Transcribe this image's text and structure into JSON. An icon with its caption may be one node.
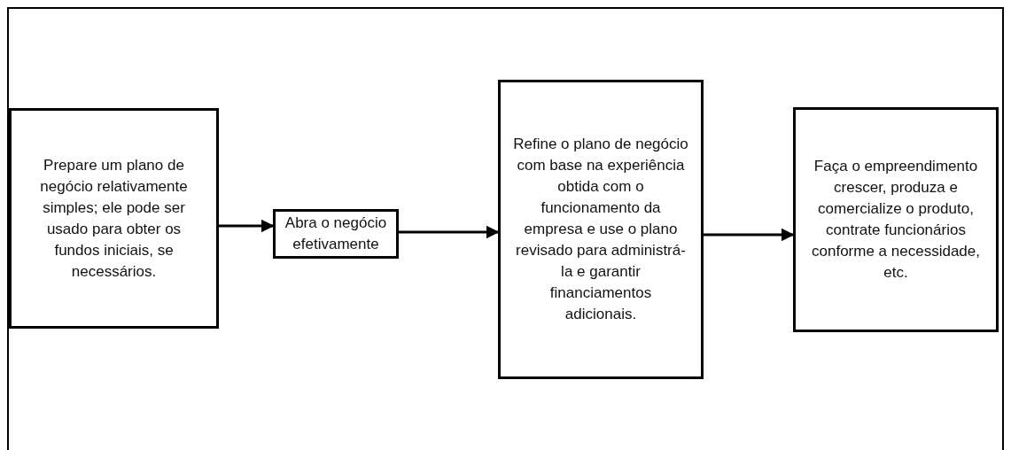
{
  "diagram": {
    "nodes": [
      {
        "text": [
          "Prepare um plano de negócio relativamente simples; ele pode ser usado para obter os fundos iniciais, se necessários."
        ]
      },
      {
        "text": [
          "Abra o negócio efetivamente"
        ]
      },
      {
        "text": [
          "Refine o plano de negócio com base na experiência obtida com o funcionamento da empresa e use o plano revisado para administrá-la e garantir financiamentos adicionais."
        ]
      },
      {
        "text": [
          "Faça o empreendimento crescer, produza e comercialize o produto, contrate funcionários conforme a necessidade, etc."
        ]
      }
    ],
    "edges": [
      {
        "from": 0,
        "to": 1,
        "arrow": "to"
      },
      {
        "from": 1,
        "to": 2,
        "arrow": "to"
      },
      {
        "from": 2,
        "to": 3,
        "arrow": "to"
      }
    ]
  }
}
